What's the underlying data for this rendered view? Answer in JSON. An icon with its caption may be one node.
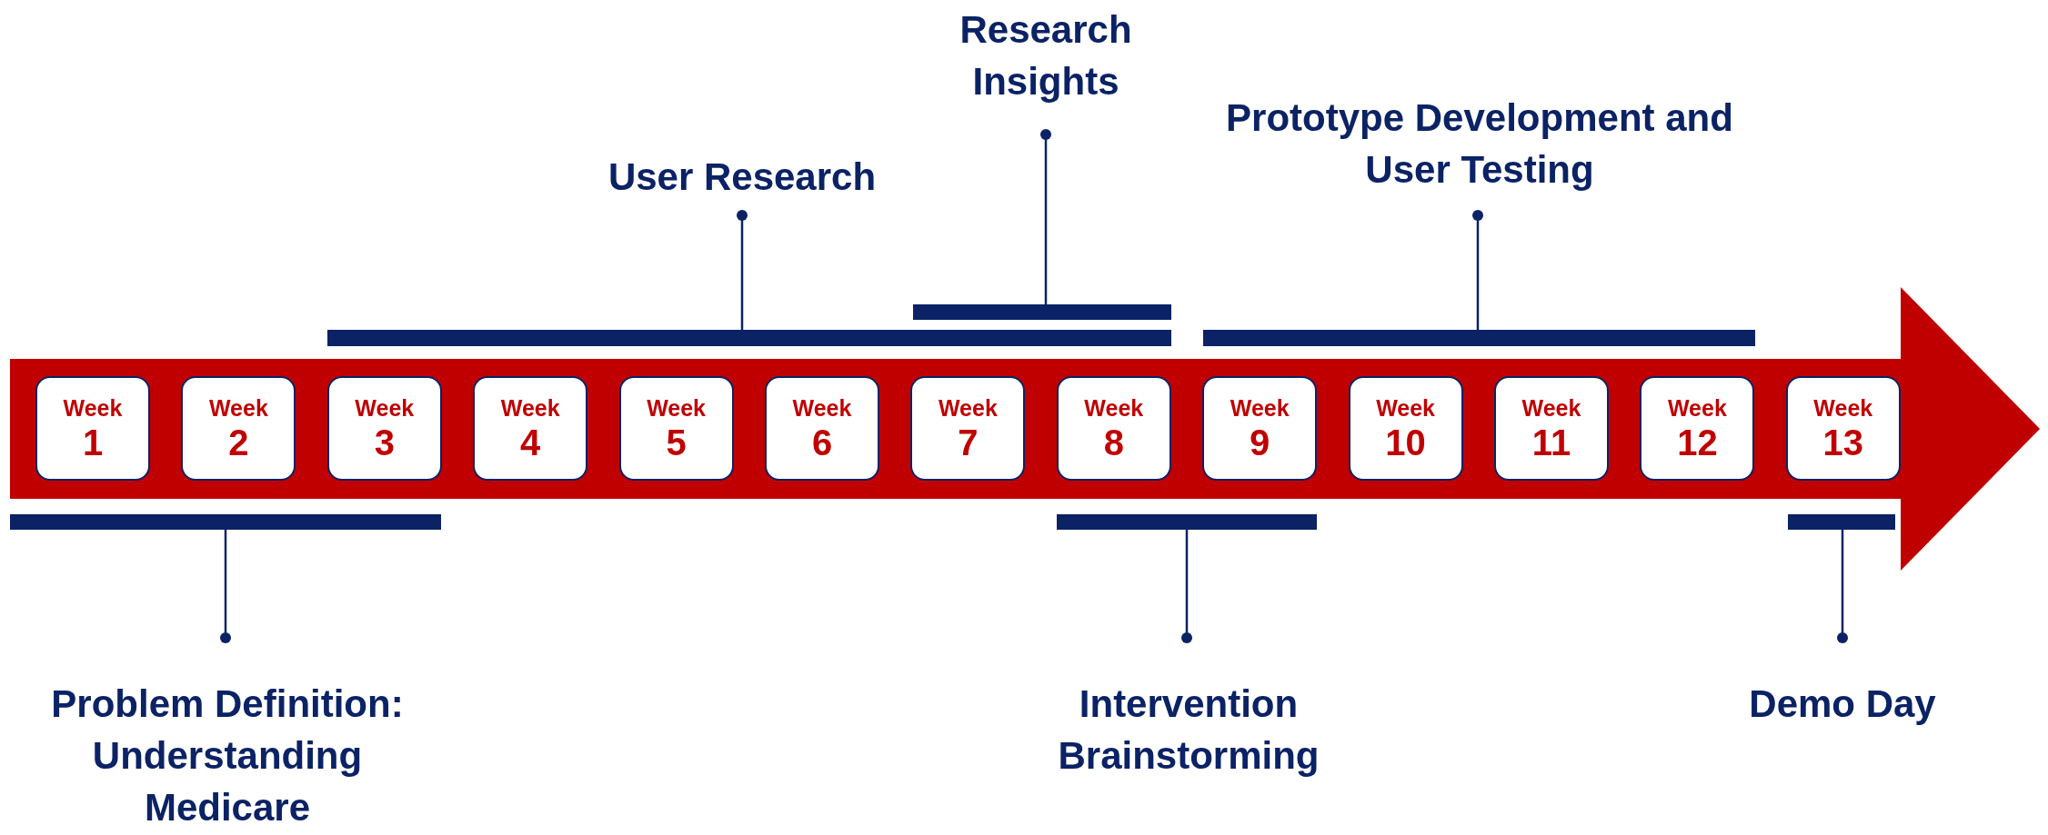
{
  "diagram": {
    "nodes": [
      {
        "text": [
          "Research Insights"
        ]
      },
      {
        "text": [
          "User Research"
        ]
      },
      {
        "text": [
          "Prototype Development and User Testing"
        ]
      },
      {
        "text": [],
        "shape": "bar"
      },
      {
        "text": [],
        "shape": "bar"
      },
      {
        "text": [],
        "shape": "bar"
      },
      {
        "text": [],
        "shape": "arrow"
      },
      {
        "text": [
          "Week",
          "1"
        ],
        "in": 6
      },
      {
        "text": [
          "Week",
          "2"
        ],
        "in": 6
      },
      {
        "text": [
          "Week",
          "3"
        ],
        "in": 6
      },
      {
        "text": [
          "Week",
          "4"
        ],
        "in": 6
      },
      {
        "text": [
          "Week",
          "5"
        ],
        "in": 6
      },
      {
        "text": [
          "Week",
          "6"
        ],
        "in": 6
      },
      {
        "text": [
          "Week",
          "7"
        ],
        "in": 6
      },
      {
        "text": [
          "Week",
          "8"
        ],
        "in": 6
      },
      {
        "text": [
          "Week",
          "9"
        ],
        "in": 6
      },
      {
        "text": [
          "Week",
          "10"
        ],
        "in": 6
      },
      {
        "text": [
          "Week",
          "11"
        ],
        "in": 6
      },
      {
        "text": [
          "Week",
          "12"
        ],
        "in": 6
      },
      {
        "text": [
          "Week",
          "13"
        ],
        "in": 6
      },
      {
        "text": [],
        "shape": "bar"
      },
      {
        "text": [],
        "shape": "bar"
      },
      {
        "text": [],
        "shape": "bar"
      },
      {
        "text": [
          "Problem Definition: Understanding Medicare"
        ]
      },
      {
        "text": [
          "Intervention Brainstorming"
        ]
      },
      {
        "text": [
          "Demo Day"
        ]
      }
    ],
    "edges": [
      {
        "from": 0,
        "to": 3,
        "arrow": "other"
      },
      {
        "from": 1,
        "to": 4,
        "arrow": "other"
      },
      {
        "from": 2,
        "to": 5,
        "arrow": "other"
      },
      {
        "from": 23,
        "to": 20,
        "arrow": "other"
      },
      {
        "from": 24,
        "to": 21,
        "arrow": "other"
      },
      {
        "from": 25,
        "to": 22,
        "arrow": "other"
      }
    ]
  }
}
